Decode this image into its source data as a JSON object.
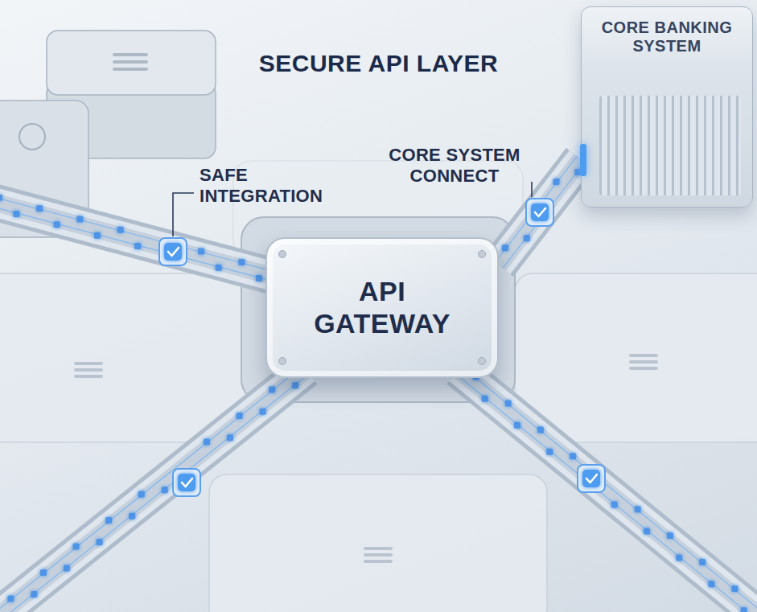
{
  "diagram": {
    "title": "SECURE API LAYER",
    "nodes": [
      {
        "text": [
          "CORE BANKING SYSTEM"
        ]
      },
      {
        "text": [
          "API GATEWAY"
        ]
      }
    ],
    "edges": [
      {
        "from": 1,
        "to": 0,
        "arrow": "none"
      }
    ],
    "labels": [
      "SAFE INTEGRATION",
      "CORE SYSTEM CONNECT"
    ]
  }
}
